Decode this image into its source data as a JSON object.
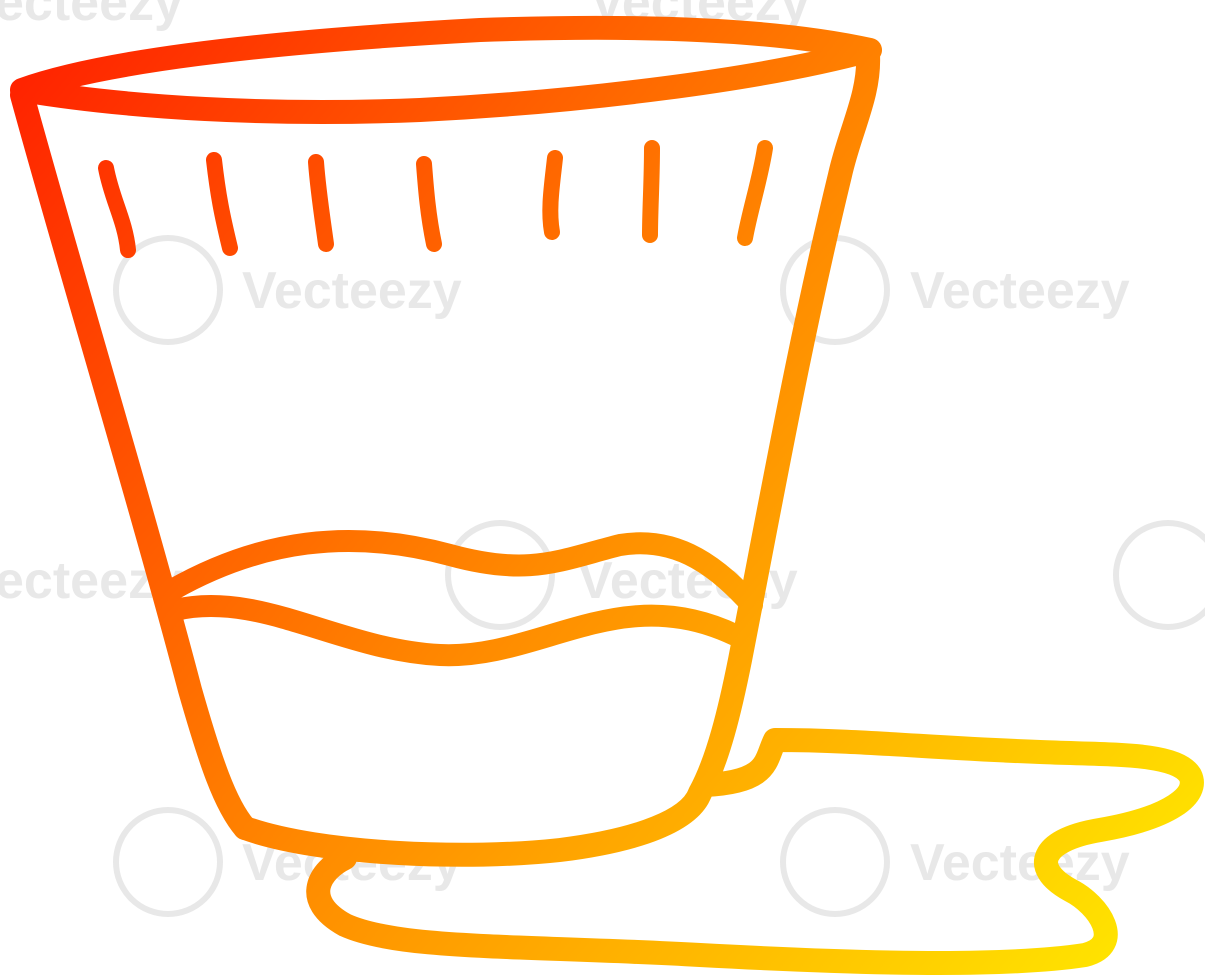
{
  "colors": {
    "background": "#ffffff",
    "gradient_start": "#ff1a00",
    "gradient_mid": "#ff8a00",
    "gradient_end": "#ffee00",
    "watermark": "#e6e6e6"
  },
  "watermark": {
    "text": "Vecteezy",
    "partial_text": "ecteezy",
    "icon": "vecteezy-v-logo-icon"
  },
  "illustration": {
    "subject": "glass-half-full-with-spilled-liquid-icon",
    "style": "hand-drawn warm-gradient line art"
  }
}
